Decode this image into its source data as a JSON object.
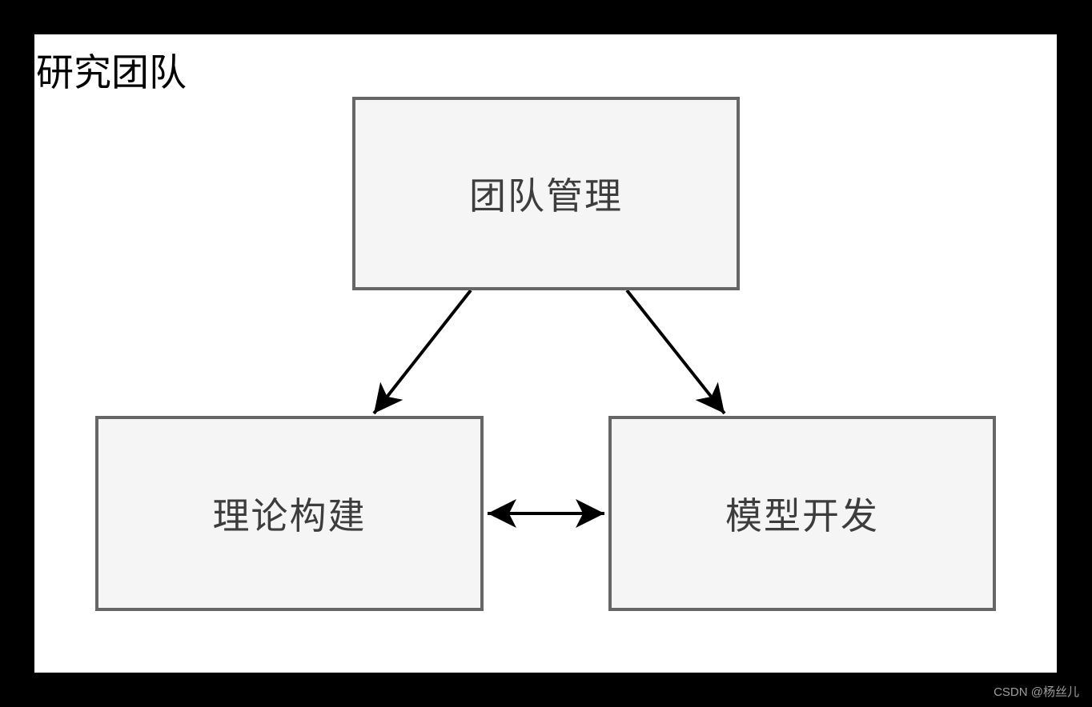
{
  "page": {
    "watermark": "CSDN @杨丝儿"
  },
  "diagram": {
    "title": "研究团队",
    "nodes": [
      {
        "id": "team-management",
        "label": "团队管理"
      },
      {
        "id": "theory-building",
        "label": "理论构建"
      },
      {
        "id": "model-development",
        "label": "模型开发"
      }
    ],
    "edges": [
      {
        "from": "团队管理",
        "to": "理论构建",
        "type": "arrow"
      },
      {
        "from": "团队管理",
        "to": "模型开发",
        "type": "arrow"
      },
      {
        "from": "理论构建",
        "to": "模型开发",
        "type": "double-arrow"
      }
    ],
    "colors": {
      "frame_bg": "#000000",
      "canvas_bg": "#ffffff",
      "node_fill": "#f5f5f5",
      "node_border": "#666666",
      "node_text": "#3d3d3d",
      "title_text": "#000000",
      "edge": "#000000",
      "watermark_text": "#9e9e9e"
    }
  }
}
